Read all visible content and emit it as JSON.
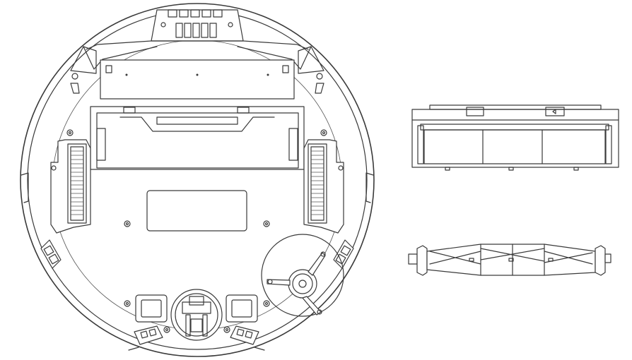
{
  "figure": {
    "background": "#ffffff",
    "line_color": "#3a3a3a",
    "components": [
      "robot-underside",
      "dustbin-top-view",
      "main-brush"
    ]
  }
}
